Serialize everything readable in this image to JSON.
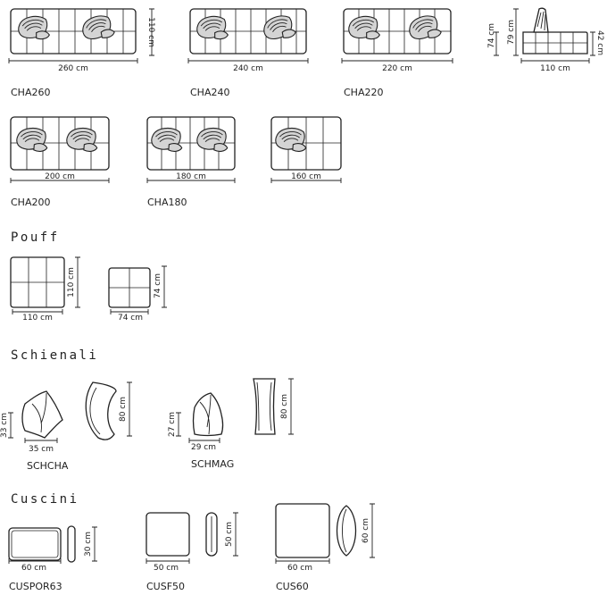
{
  "sections": {
    "pouff": "Pouff",
    "schienali": "Schienali",
    "cuscini": "Cuscini"
  },
  "chaise": [
    {
      "code": "CHA260",
      "width": "260 cm",
      "depth": "110 cm"
    },
    {
      "code": "CHA240",
      "width": "240 cm"
    },
    {
      "code": "CHA220",
      "width": "220 cm"
    },
    {
      "code": "CHA200",
      "width": "200 cm"
    },
    {
      "code": "CHA180",
      "width": "180 cm"
    },
    {
      "width": "160 cm"
    }
  ],
  "side_view": {
    "h1": "74 cm",
    "h2": "79 cm",
    "h3": "42 cm",
    "width": "110 cm"
  },
  "pouff": [
    {
      "width": "110 cm",
      "depth": "110 cm"
    },
    {
      "width": "74 cm",
      "depth": "74 cm"
    }
  ],
  "schienali": [
    {
      "code": "SCHCHA",
      "width": "35 cm",
      "height": "33 cm",
      "back_height": "80 cm"
    },
    {
      "code": "SCHMAG",
      "width": "29 cm",
      "height": "27 cm",
      "back_height": "80 cm"
    }
  ],
  "cuscini": [
    {
      "code": "CUSPOR63",
      "width": "60 cm",
      "height": "30 cm"
    },
    {
      "code": "CUSF50",
      "width": "50 cm",
      "height": "50 cm"
    },
    {
      "code": "CUS60",
      "width": "60 cm",
      "height": "60 cm"
    }
  ]
}
